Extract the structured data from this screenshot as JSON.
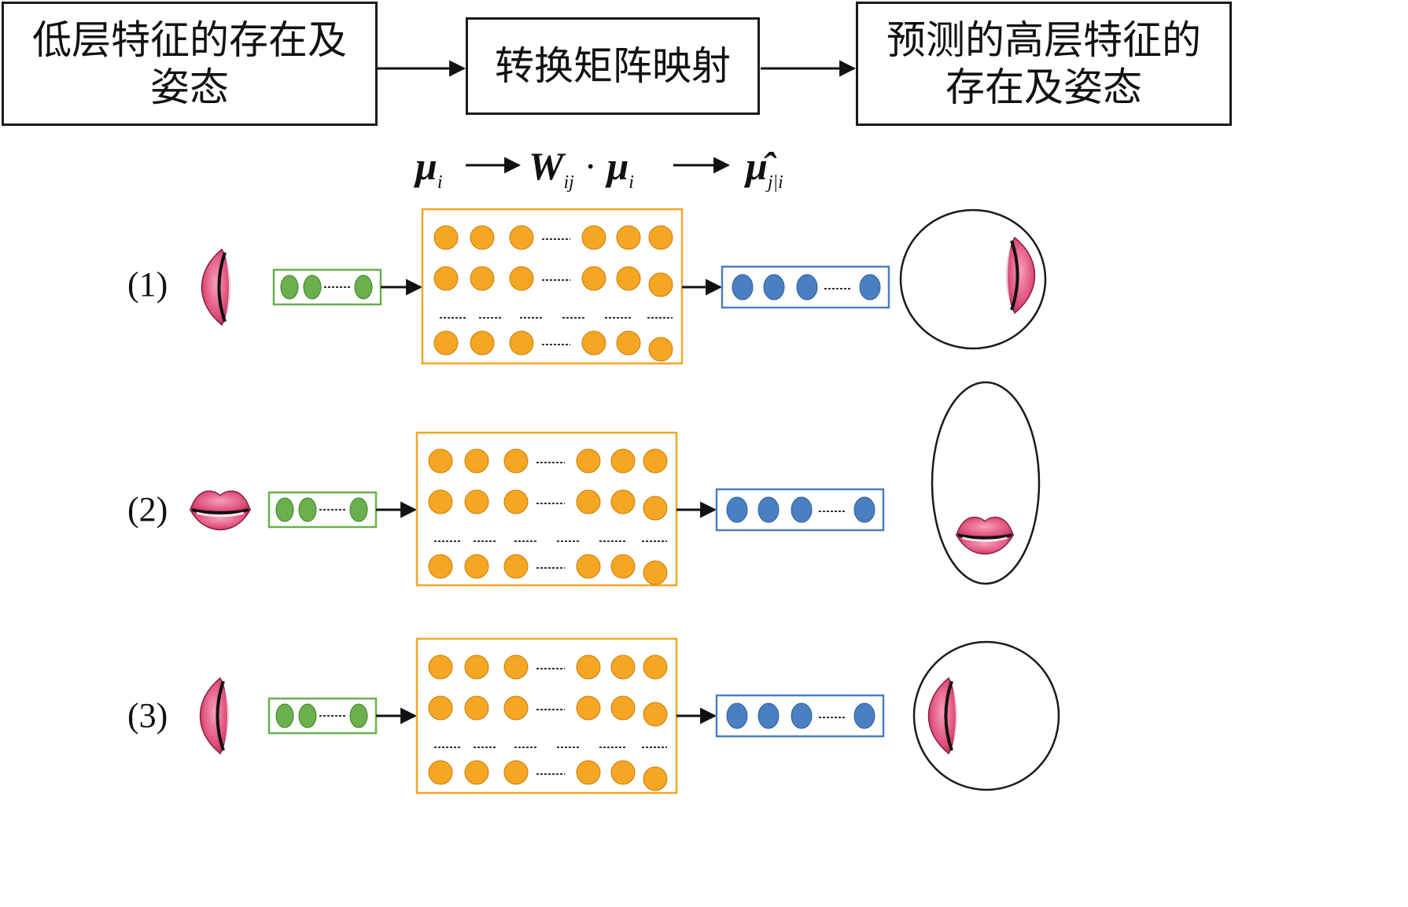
{
  "flow": {
    "box1": {
      "line1": "低层特征的存在及",
      "line2": "姿态"
    },
    "box2": {
      "line1": "转换矩阵映射"
    },
    "box3": {
      "line1": "预测的高层特征的",
      "line2": "存在及姿态"
    }
  },
  "formula": {
    "mu": "μ",
    "mu_sub": "i",
    "w": "W",
    "w_sub": "ij",
    "dot": "·",
    "mu2": "μ",
    "mu2_sub": "i",
    "muhat": "μ̂",
    "muhat_sub": "j|i"
  },
  "rows": [
    {
      "label": "(1)"
    },
    {
      "label": "(2)"
    },
    {
      "label": "(3)"
    }
  ],
  "colors": {
    "input_vector": "#6ab04c",
    "matrix": "#f5a623",
    "output_vector": "#4a7fc1",
    "mouth": "#e0507a",
    "border_dark": "#1a1a1a"
  },
  "icons": [
    "mouth-icon",
    "face-outline-icon",
    "arrow-right-icon"
  ]
}
